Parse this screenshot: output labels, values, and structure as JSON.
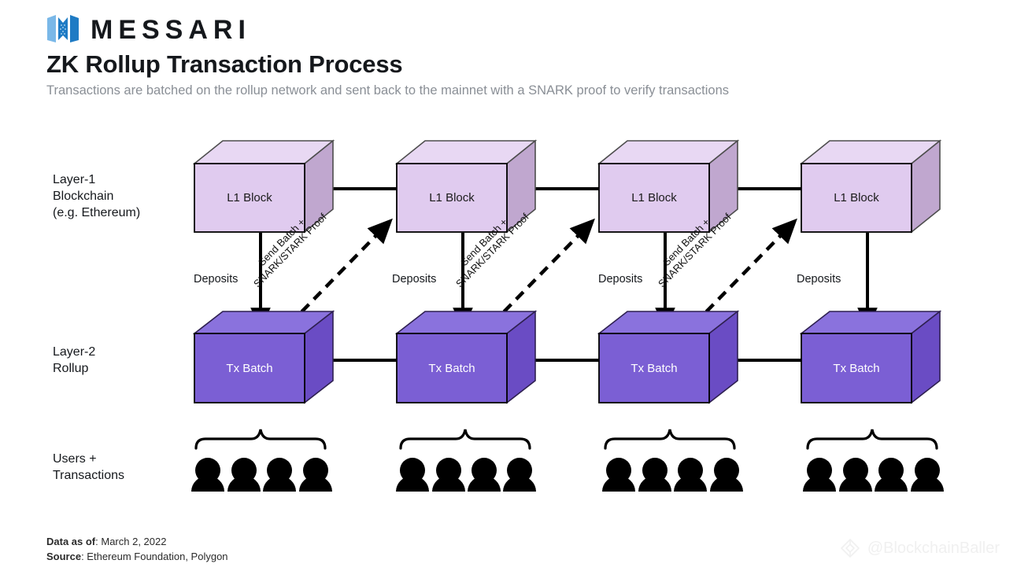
{
  "brand": {
    "logo_icon": "messari-m-logo-icon",
    "name": "MESSARI"
  },
  "header": {
    "title": "ZK Rollup Transaction Process",
    "subtitle": "Transactions are batched on the rollup network and sent back to the mainnet with a SNARK proof to verify transactions"
  },
  "rows": {
    "layer1_label": "Layer-1\nBlockchain\n(e.g. Ethereum)",
    "layer2_label": "Layer-2\nRollup",
    "users_label": "Users +\nTransactions"
  },
  "diagram": {
    "l1_blocks": [
      {
        "label": "L1 Block"
      },
      {
        "label": "L1 Block"
      },
      {
        "label": "L1 Block"
      },
      {
        "label": "L1 Block"
      }
    ],
    "l2_blocks": [
      {
        "label": "Tx Batch"
      },
      {
        "label": "Tx Batch"
      },
      {
        "label": "Tx Batch"
      },
      {
        "label": "Tx Batch"
      }
    ],
    "deposit_labels": [
      "Deposits",
      "Deposits",
      "Deposits",
      "Deposits"
    ],
    "proof_labels": [
      {
        "line1": "Send Batch +",
        "line2": "SNARK/STARK Proof"
      },
      {
        "line1": "Send Batch +",
        "line2": "SNARK/STARK Proof"
      },
      {
        "line1": "Send Batch +",
        "line2": "SNARK/STARK Proof"
      }
    ],
    "user_groups": 4,
    "users_per_group": 4
  },
  "footer": {
    "data_as_of_label": "Data as of",
    "data_as_of_value": ": March 2, 2022",
    "source_label": "Source",
    "source_value": ": Ethereum Foundation, Polygon"
  },
  "watermark": {
    "icon": "diamond-logo-icon",
    "handle": "@BlockchainBaller"
  },
  "colors": {
    "l1_front": "#e0cbef",
    "l1_top": "#e8d8f3",
    "l1_side": "#c0a7cf",
    "l2_front": "#7b5fd4",
    "l2_top": "#8a72dd",
    "l2_side": "#6a4cc4",
    "stroke": "#000000",
    "subtitle": "#8a8f96",
    "logo_light": "#7ab8e8",
    "logo_dark": "#1f7bc4"
  }
}
